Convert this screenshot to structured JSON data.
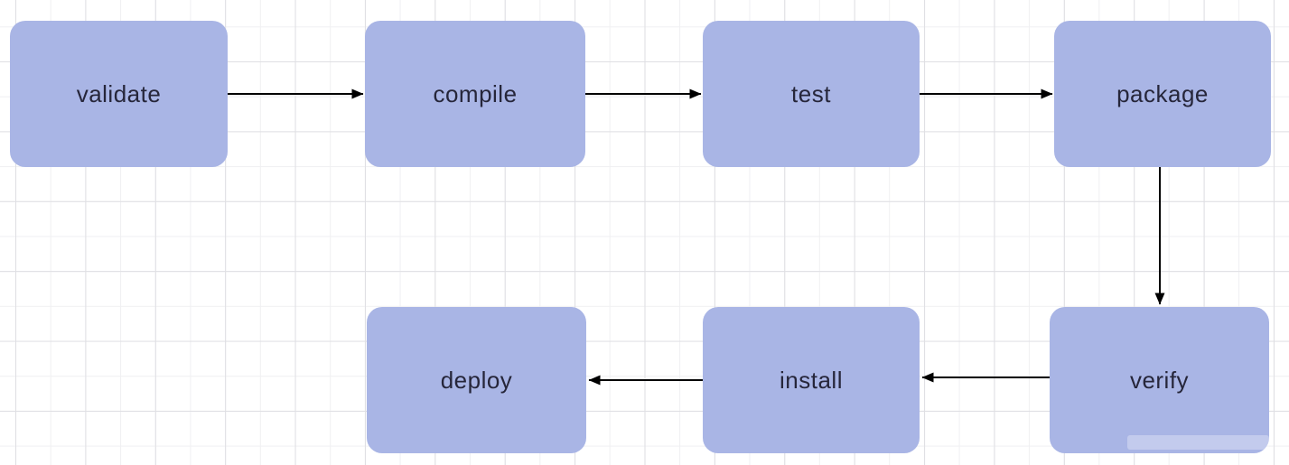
{
  "diagram": {
    "type": "flowchart",
    "nodes": [
      {
        "id": "validate",
        "label": "validate"
      },
      {
        "id": "compile",
        "label": "compile"
      },
      {
        "id": "test",
        "label": "test"
      },
      {
        "id": "package",
        "label": "package"
      },
      {
        "id": "verify",
        "label": "verify"
      },
      {
        "id": "install",
        "label": "install"
      },
      {
        "id": "deploy",
        "label": "deploy"
      }
    ],
    "edges": [
      {
        "from": "validate",
        "to": "compile",
        "direction": "right"
      },
      {
        "from": "compile",
        "to": "test",
        "direction": "right"
      },
      {
        "from": "test",
        "to": "package",
        "direction": "right"
      },
      {
        "from": "package",
        "to": "verify",
        "direction": "down"
      },
      {
        "from": "verify",
        "to": "install",
        "direction": "left"
      },
      {
        "from": "install",
        "to": "deploy",
        "direction": "left"
      }
    ],
    "colors": {
      "node_fill": "#a9b5e5",
      "node_text": "#26263a",
      "arrow": "#000000",
      "grid_minor": "#f0f0f2",
      "grid_major": "#dfdfe3",
      "background": "#ffffff"
    }
  }
}
